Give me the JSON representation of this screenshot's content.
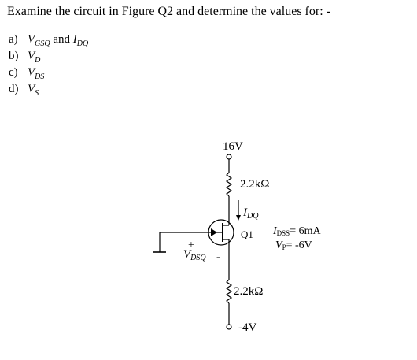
{
  "question": "Examine the circuit in Figure Q2 and determine the values for: -",
  "items": [
    {
      "label": "a)",
      "symbol1": "V",
      "sub1": "GSQ",
      "joiner": "and",
      "symbol2": "I",
      "sub2": "DQ"
    },
    {
      "label": "b)",
      "symbol1": "V",
      "sub1": "D"
    },
    {
      "label": "c)",
      "symbol1": "V",
      "sub1": "DS"
    },
    {
      "label": "d)",
      "symbol1": "V",
      "sub1": "S"
    }
  ],
  "circuit": {
    "supply_top": "16V",
    "rd": "2.2kΩ",
    "idq_symbol": "I",
    "idq_sub": "DQ",
    "transistor": "Q1",
    "idss_symbol": "I",
    "idss_sub": "DSS",
    "idss_value": "= 6mA",
    "vp_symbol": "V",
    "vp_sub": "P",
    "vp_value": "= -6V",
    "plus": "+",
    "minus": "-",
    "vgs_symbol": "V",
    "vgs_sub": "DSQ",
    "rs": "2.2kΩ",
    "supply_bottom": "-4V"
  }
}
